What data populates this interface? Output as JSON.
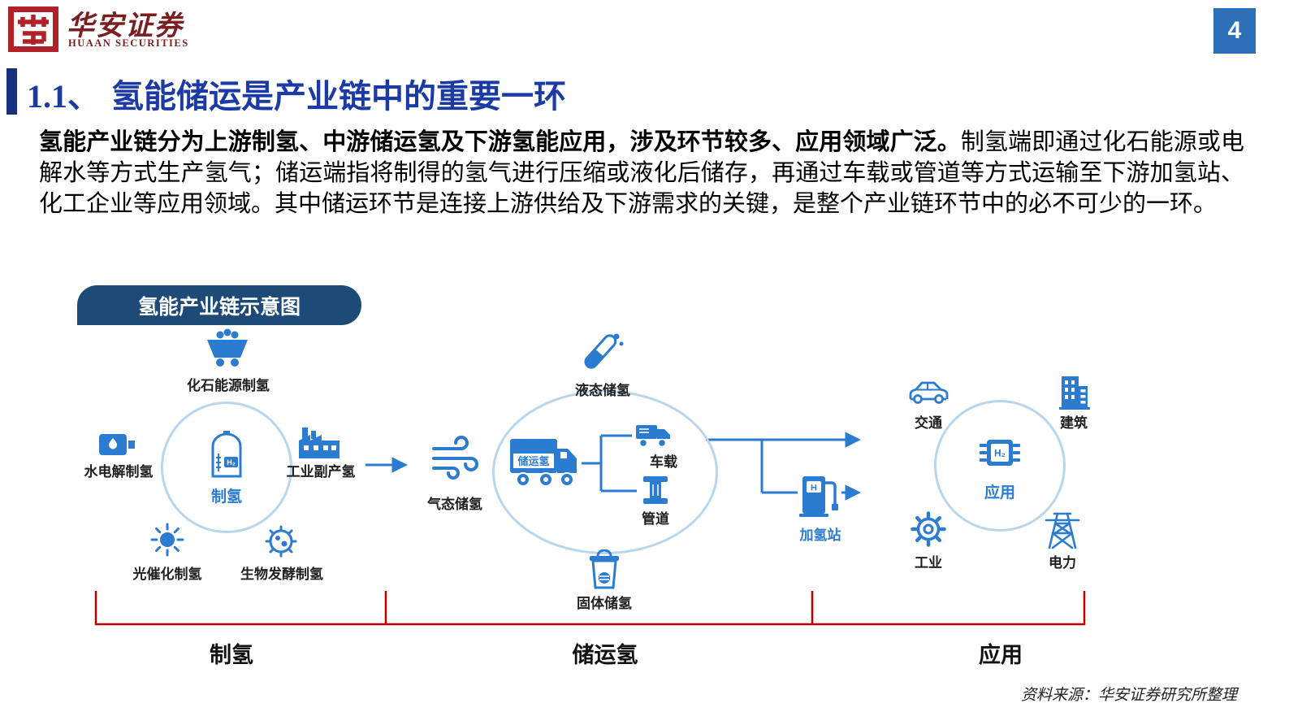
{
  "colors": {
    "title_blue": "#1c3aa5",
    "title_bar_navy": "#16307d",
    "diagram_box_navy": "#1d4a77",
    "icon_blue": "#2b7cd0",
    "ring_light_blue": "#b9d6ef",
    "bracket_red": "#c00000",
    "logo_red": "#b02128",
    "page_badge_blue": "#2e70b8"
  },
  "header": {
    "logo_icon": "huaan-seal-icon",
    "logo_cn": "华安证券",
    "logo_en": "HUAAN SECURITIES",
    "page_number": "4"
  },
  "title": {
    "number": "1.1、",
    "text": "氢能储运是产业链中的重要一环"
  },
  "body": {
    "lead": "氢能产业链分为上游制氢、中游储运氢及下游氢能应用，涉及环节较多、应用领域广泛。",
    "rest": "制氢端即通过化石能源或电解水等方式生产氢气；储运端指将制得的氢气进行压缩或液化后储存，再通过车载或管道等方式运输至下游加氢站、化工企业等应用领域。其中储运环节是连接上游供给及下游需求的关键，是整个产业链环节中的必不可少的一环。"
  },
  "diagram": {
    "box_title": "氢能产业链示意图",
    "production": {
      "center_label": "制氢",
      "center_icon": "hydrogen-tank-icon",
      "tank_text": "H₂",
      "methods": [
        {
          "label": "化石能源制氢",
          "icon": "mine-cart-icon"
        },
        {
          "label": "水电解制氢",
          "icon": "electrolyzer-icon"
        },
        {
          "label": "工业副产氢",
          "icon": "factory-icon"
        },
        {
          "label": "光催化制氢",
          "icon": "sun-icon"
        },
        {
          "label": "生物发酵制氢",
          "icon": "microbe-icon"
        }
      ]
    },
    "storage": {
      "gas_label": "气态储氢",
      "gas_icon": "wind-icon",
      "liquid_label": "液态储氢",
      "liquid_icon": "test-tube-icon",
      "solid_label": "固体储氢",
      "solid_icon": "bucket-icon",
      "truck_label": "储运氢",
      "truck_icon": "cargo-truck-icon",
      "vehicle_label": "车载",
      "vehicle_icon": "delivery-truck-icon",
      "pipeline_label": "管道",
      "pipeline_icon": "pipe-icon",
      "station_label": "加氢站",
      "station_icon": "fuel-pump-icon",
      "station_letter": "H"
    },
    "application": {
      "center_label": "应用",
      "center_icon": "h2-chip-icon",
      "chip_text": "H₂",
      "items": [
        {
          "label": "交通",
          "icon": "car-icon"
        },
        {
          "label": "建筑",
          "icon": "building-icon"
        },
        {
          "label": "工业",
          "icon": "gear-icon"
        },
        {
          "label": "电力",
          "icon": "power-tower-icon"
        }
      ]
    },
    "segments": [
      {
        "label": "制氢"
      },
      {
        "label": "储运氢"
      },
      {
        "label": "应用"
      }
    ]
  },
  "footer": {
    "source": "资料来源：华安证券研究所整理"
  }
}
